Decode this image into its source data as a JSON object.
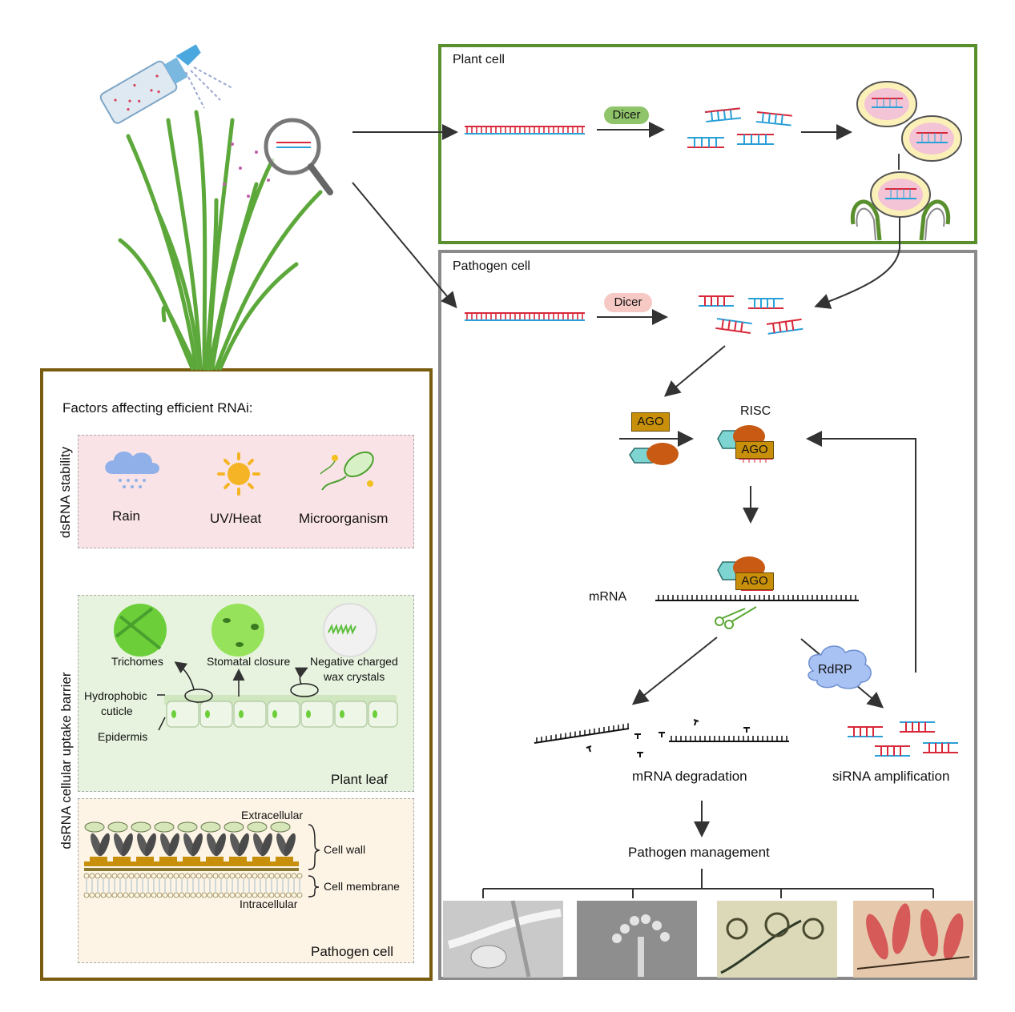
{
  "plant_cell": {
    "title": "Plant cell",
    "dicer": "Dicer"
  },
  "pathogen_cell": {
    "title": "Pathogen cell",
    "dicer": "Dicer",
    "risc": "RISC",
    "ago": "AGO",
    "mrna": "mRNA",
    "rdrp": "RdRP",
    "mrna_degradation": "mRNA degradation",
    "sirna_amplification": "siRNA amplification",
    "pathogen_management": "Pathogen management"
  },
  "factors": {
    "title": "Factors affecting efficient RNAi:",
    "stability_label": "dsRNA stability",
    "stability_items": [
      "Rain",
      "UV/Heat",
      "Microorganism"
    ],
    "barrier_label": "dsRNA cellular uptake barrier",
    "leaf": {
      "trichomes": "Trichomes",
      "stomatal": "Stomatal closure",
      "wax1": "Negative charged",
      "wax2": "wax crystals",
      "cuticle1": "Hydrophobic",
      "cuticle2": "cuticle",
      "epidermis": "Epidermis",
      "caption": "Plant leaf"
    },
    "pathogen": {
      "extracellular": "Extracellular",
      "cell_wall": "Cell wall",
      "cell_membrane": "Cell membrane",
      "intracellular": "Intracellular",
      "caption": "Pathogen cell"
    }
  },
  "colors": {
    "plant_border": "#5a8f2e",
    "pathogen_border": "#8a8a8a",
    "factors_border": "#7a5c10",
    "rna_red": "#d8283a",
    "rna_blue": "#2aa0d8",
    "ago_fill": "#c8900a",
    "dicer_green": "#8fc46a",
    "dicer_pink": "#f6c9c4"
  }
}
